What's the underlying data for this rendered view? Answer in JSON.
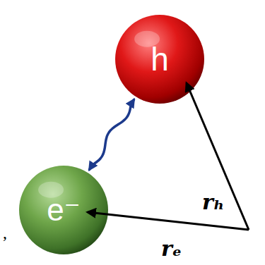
{
  "diagram": {
    "nodes": [
      {
        "text": [
          "h"
        ]
      },
      {
        "text": [
          "e⁻"
        ]
      }
    ],
    "edges": [
      {
        "from": 1,
        "to": 0,
        "arrow": "both"
      }
    ],
    "labels": [
      "rₕ",
      "rₑ",
      ","
    ]
  }
}
